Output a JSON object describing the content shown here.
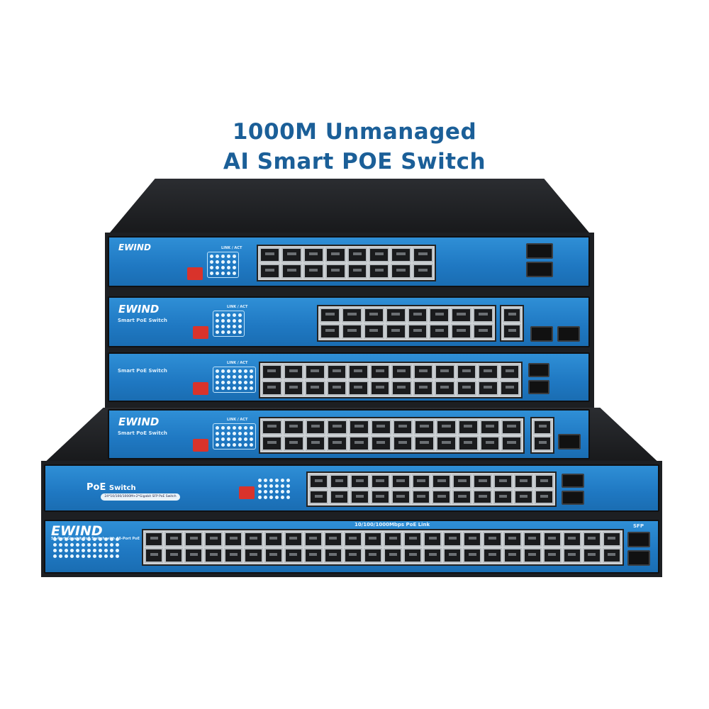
{
  "title": {
    "line1": "1000M Unmanaged",
    "line2": "AI Smart POE Switch"
  },
  "colors": {
    "title": "#1b5f98",
    "panel": "#1f78c2",
    "chassis": "#1d1f22",
    "dip": "#d9332b"
  },
  "switches": [
    {
      "brand": "EWIND",
      "subtitle": "",
      "ports": 16,
      "extra_rj45": 0,
      "sfp": 2,
      "leds_label": "LINK / ACT"
    },
    {
      "brand": "EWIND",
      "subtitle": "Smart PoE Switch",
      "ports": 16,
      "extra_rj45": 2,
      "sfp": 2,
      "leds_label": "LINK / ACT"
    },
    {
      "brand": "",
      "subtitle": "Smart PoE Switch",
      "ports": 24,
      "extra_rj45": 0,
      "sfp": 2,
      "leds_label": "LINK / ACT"
    },
    {
      "brand": "EWIND",
      "subtitle": "Smart PoE Switch",
      "ports": 24,
      "extra_rj45": 2,
      "sfp": 1,
      "leds_label": "LINK / ACT"
    },
    {
      "brand": "PoE",
      "brand_small": "Switch",
      "subtitle": "24*10/100/1000M+2*Gigabit SFP PoE Switch",
      "ports": 24,
      "extra_rj45": 0,
      "sfp": 2,
      "leds_label": ""
    },
    {
      "brand": "EWIND",
      "subtitle": "50-Port Gigabit PoE Switch with 48-Port PoE",
      "ports": 48,
      "extra_rj45": 0,
      "sfp": 2,
      "leds_label": "",
      "port_label": "10/100/1000Mbps PoE Link",
      "sfp_label": "SFP"
    }
  ]
}
